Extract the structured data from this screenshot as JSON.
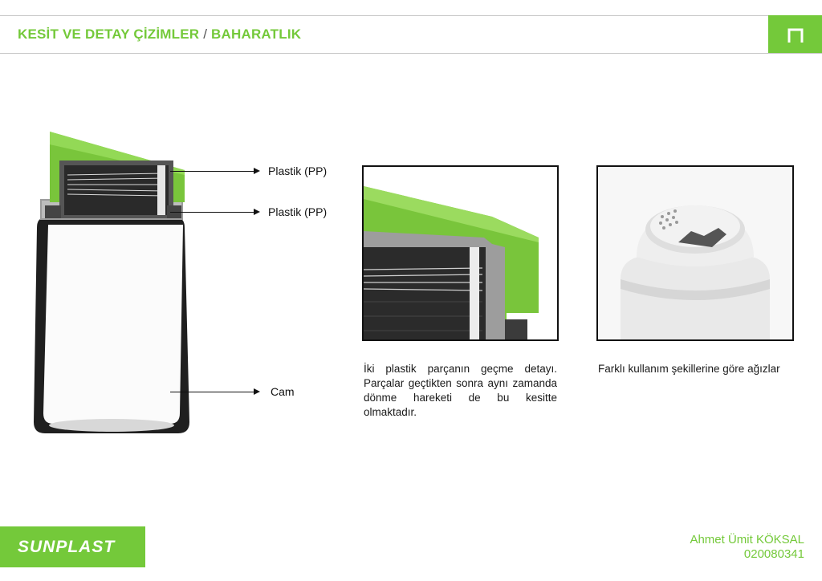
{
  "header": {
    "title_main": "KESİT VE DETAY ÇİZİMLER",
    "title_sep": " / ",
    "title_sub": "BAHARATLIK",
    "corner_icon": "n-icon",
    "accent": "#74c93a"
  },
  "labels": {
    "plastik1": "Plastik (PP)",
    "plastik2": "Plastik (PP)",
    "cam": "Cam"
  },
  "descriptions": {
    "detail1": "İki plastik parçanın geçme detayı. Parçalar geçtikten sonra aynı zamanda dönme hareketi de bu kesitte olmaktadır.",
    "detail2": "Farklı kullanım şekillerine göre ağızlar"
  },
  "footer": {
    "logo": "SUNPLAST",
    "author": "Ahmet Ümit KÖKSAL",
    "student_id": "020080341"
  }
}
